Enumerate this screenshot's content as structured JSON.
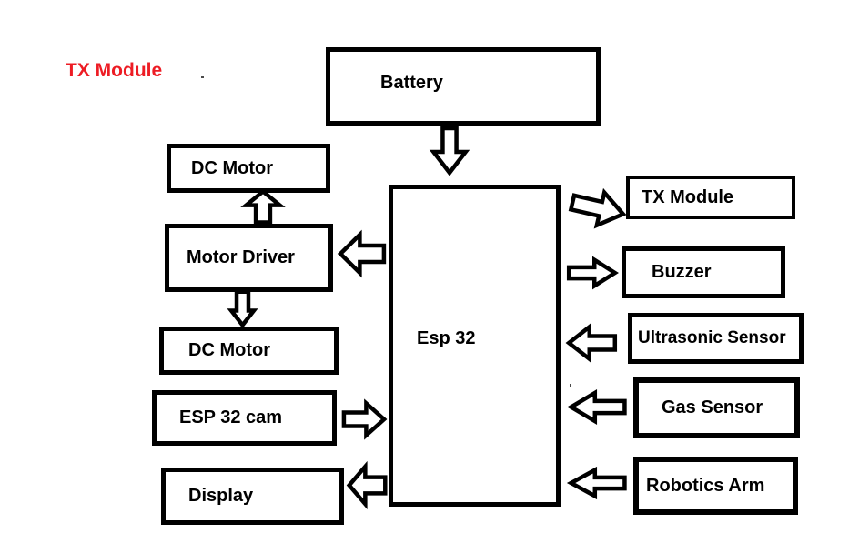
{
  "annotation": {
    "label": "TX Module",
    "color": "#ed1c24"
  },
  "blocks": {
    "battery": {
      "label": "Battery"
    },
    "esp32": {
      "label": "Esp 32"
    },
    "dc_motor_top": {
      "label": "DC Motor"
    },
    "motor_driver": {
      "label": "Motor Driver"
    },
    "dc_motor_bottom": {
      "label": "DC Motor"
    },
    "esp32_cam": {
      "label": "ESP 32 cam"
    },
    "display": {
      "label": "Display"
    },
    "tx_module": {
      "label": "TX Module"
    },
    "buzzer": {
      "label": "Buzzer"
    },
    "ultrasonic_sensor": {
      "label": "Ultrasonic Sensor"
    },
    "gas_sensor": {
      "label": "Gas Sensor"
    },
    "robotics_arm": {
      "label": "Robotics Arm"
    }
  },
  "edges": [
    {
      "from": "Battery",
      "to": "Esp 32",
      "direction": "down"
    },
    {
      "from": "Esp 32",
      "to": "Motor Driver",
      "direction": "left"
    },
    {
      "from": "Motor Driver",
      "to": "DC Motor (top)",
      "direction": "up"
    },
    {
      "from": "Motor Driver",
      "to": "DC Motor (bottom)",
      "direction": "down"
    },
    {
      "from": "ESP 32 cam",
      "to": "Esp 32",
      "direction": "right"
    },
    {
      "from": "Esp 32",
      "to": "Display",
      "direction": "left"
    },
    {
      "from": "Esp 32",
      "to": "TX Module",
      "direction": "right"
    },
    {
      "from": "Esp 32",
      "to": "Buzzer",
      "direction": "right"
    },
    {
      "from": "Ultrasonic Sensor",
      "to": "Esp 32",
      "direction": "left"
    },
    {
      "from": "Gas Sensor",
      "to": "Esp 32",
      "direction": "left"
    },
    {
      "from": "Robotics Arm",
      "to": "Esp 32",
      "direction": "left"
    }
  ],
  "colors": {
    "line": "#000000",
    "fill": "#ffffff",
    "accent_red": "#ed1c24",
    "background": "#ffffff"
  }
}
